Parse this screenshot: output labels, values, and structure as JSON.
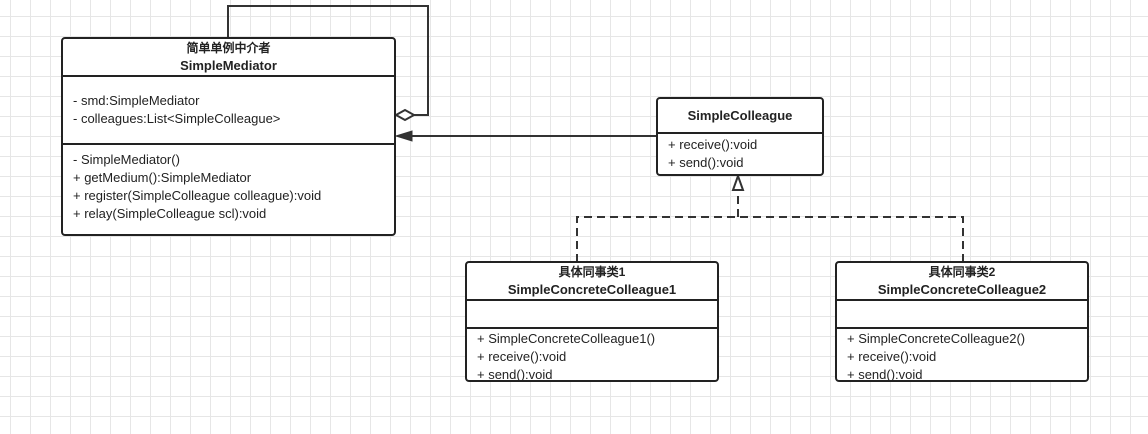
{
  "classes": {
    "mediator": {
      "stereotype": "简单单例中介者",
      "name": "SimpleMediator",
      "attributes": [
        "- smd:SimpleMediator",
        "- colleagues:List<SimpleColleague>"
      ],
      "operations": [
        "- SimpleMediator()",
        "+ getMedium():SimpleMediator",
        "+ register(SimpleColleague colleague):void",
        "+ relay(SimpleColleague scl):void"
      ]
    },
    "colleague": {
      "name": "SimpleColleague",
      "operations": [
        "+ receive():void",
        "+ send():void"
      ]
    },
    "concrete1": {
      "stereotype": "具体同事类1",
      "name": "SimpleConcreteColleague1",
      "attributes": [],
      "operations": [
        "+ SimpleConcreteColleague1()",
        "+ receive():void",
        "+ send():void"
      ]
    },
    "concrete2": {
      "stereotype": "具体同事类2",
      "name": "SimpleConcreteColleague2",
      "attributes": [],
      "operations": [
        "+ SimpleConcreteColleague2()",
        "+ receive():void",
        "+ send():void"
      ]
    }
  },
  "relationships": [
    {
      "from": "mediator",
      "to": "mediator",
      "kind": "aggregation"
    },
    {
      "from": "colleague",
      "to": "mediator",
      "kind": "association"
    },
    {
      "from": "concrete1",
      "to": "colleague",
      "kind": "realization"
    },
    {
      "from": "concrete2",
      "to": "colleague",
      "kind": "realization"
    }
  ],
  "colors": {
    "line": "#333333",
    "border": "#222222",
    "grid": "#e6e6e6"
  }
}
